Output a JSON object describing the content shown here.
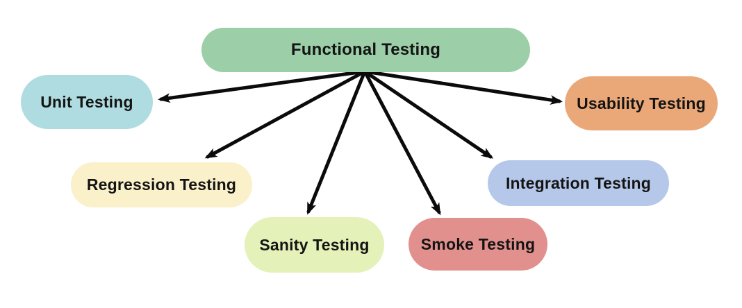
{
  "diagram": {
    "background_color": "#ffffff",
    "arrow_color": "#0b0b0b",
    "text_color": "#141414",
    "nodes": [
      {
        "id": "functional-testing",
        "label": "Functional Testing",
        "fill": "#9ccfa8"
      },
      {
        "id": "unit-testing",
        "label": "Unit Testing",
        "fill": "#afdce0"
      },
      {
        "id": "regression-testing",
        "label": "Regression Testing",
        "fill": "#faf1ca"
      },
      {
        "id": "sanity-testing",
        "label": "Sanity Testing",
        "fill": "#e4f1b9"
      },
      {
        "id": "smoke-testing",
        "label": "Smoke Testing",
        "fill": "#e2908e"
      },
      {
        "id": "integration-testing",
        "label": "Integration Testing",
        "fill": "#b5c8e9"
      },
      {
        "id": "usability-testing",
        "label": "Usability Testing",
        "fill": "#eaa878"
      }
    ],
    "edges": [
      {
        "from": "functional-testing",
        "to": "unit-testing"
      },
      {
        "from": "functional-testing",
        "to": "regression-testing"
      },
      {
        "from": "functional-testing",
        "to": "sanity-testing"
      },
      {
        "from": "functional-testing",
        "to": "smoke-testing"
      },
      {
        "from": "functional-testing",
        "to": "integration-testing"
      },
      {
        "from": "functional-testing",
        "to": "usability-testing"
      }
    ]
  }
}
